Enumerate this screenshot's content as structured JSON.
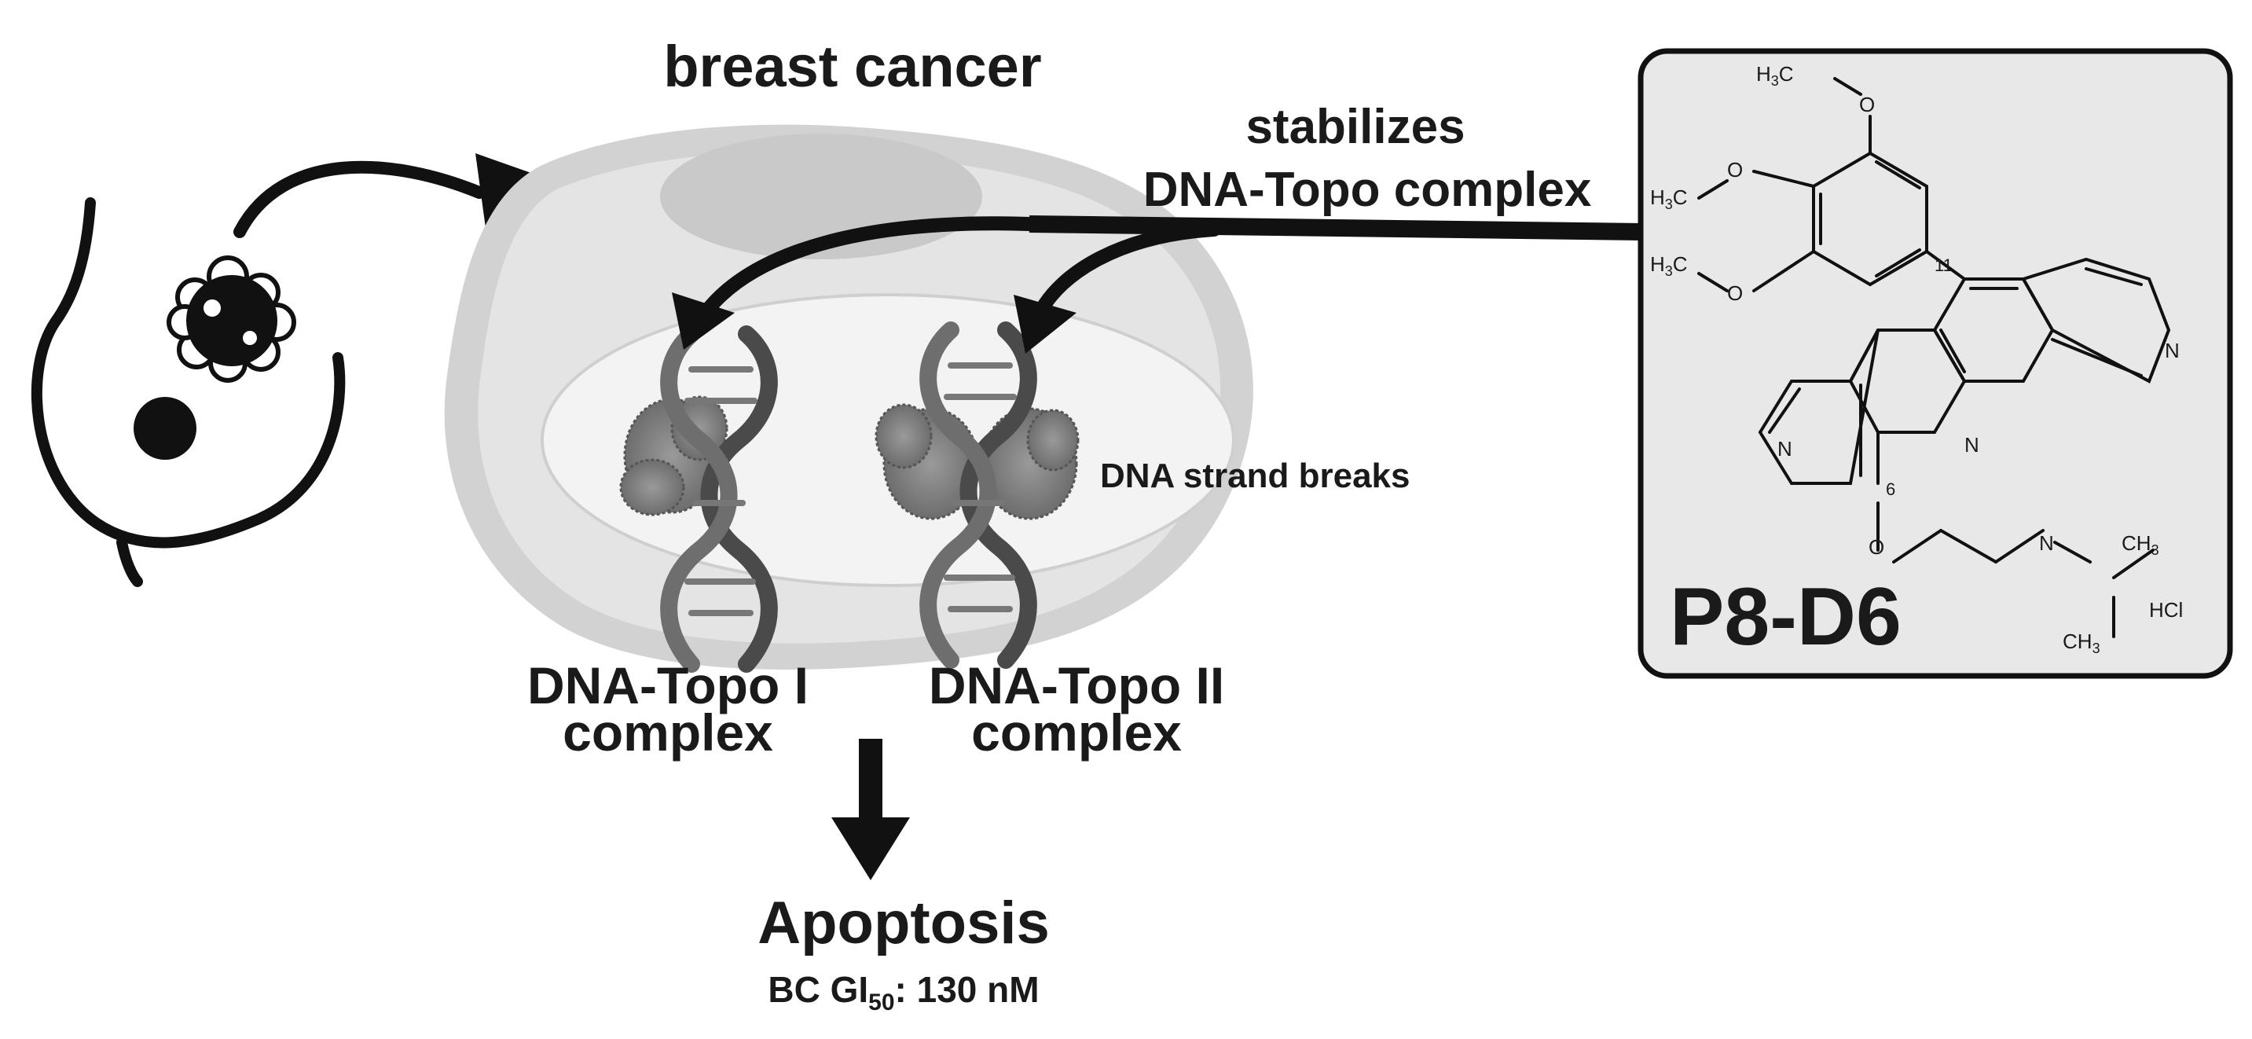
{
  "labels": {
    "breast_cancer": "breast cancer",
    "stabilizes_line1": "stabilizes",
    "stabilizes_line2": "DNA-Topo complex",
    "dna_strand_breaks": "DNA strand breaks",
    "topo1_line1": "DNA-Topo I",
    "topo1_line2": "complex",
    "topo2_line1": "DNA-Topo II",
    "topo2_line2": "complex",
    "apoptosis": "Apoptosis",
    "gi50_prefix": "BC GI",
    "gi50_sub": "50",
    "gi50_value": ": 130 nM"
  },
  "compound": {
    "name": "P8-D6",
    "h3c": "H",
    "h3c_sub": "3",
    "h3c_c": "C",
    "o": "O",
    "n": "N",
    "ch3": "CH",
    "ch3_sub": "3",
    "hcl": "HCl",
    "pos11": "11",
    "pos6": "6"
  },
  "colors": {
    "cell_outer": "#d2d2d2",
    "cell_inner": "#e6e6e6",
    "nucleus": "#f2f2f2",
    "panel": "#e8e8e8",
    "ink": "#111111"
  }
}
